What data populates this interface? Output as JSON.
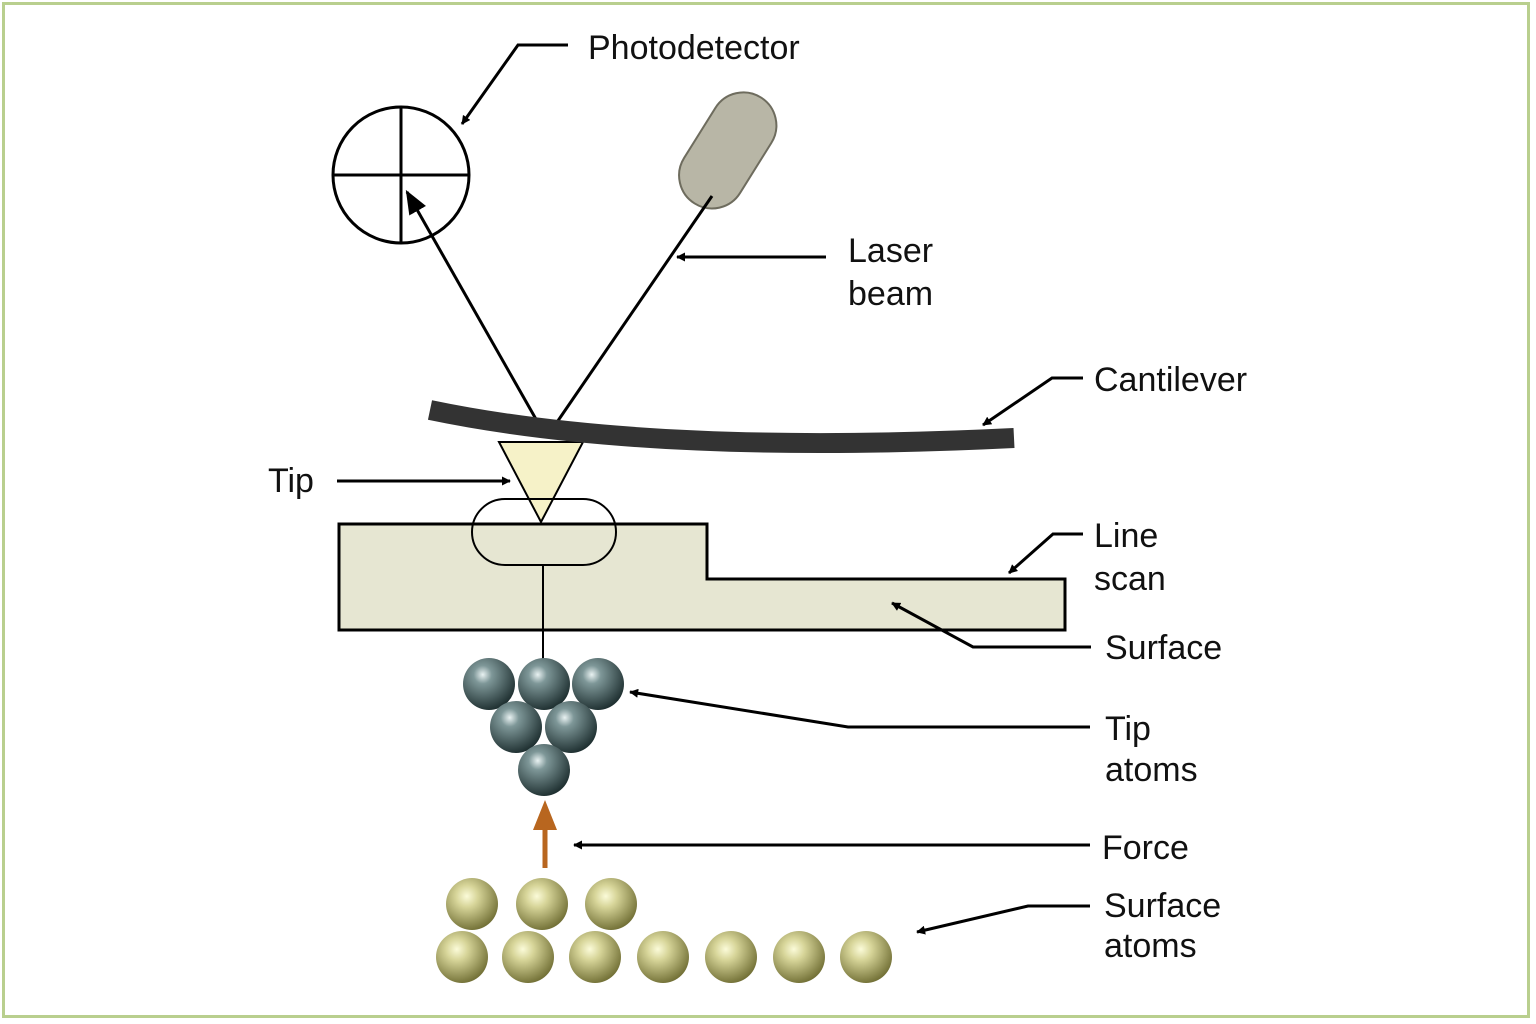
{
  "labels": {
    "photodetector": "Photodetector",
    "laser_line1": "Laser",
    "laser_line2": "beam",
    "cantilever": "Cantilever",
    "tip": "Tip",
    "line_scan_line1": "Line",
    "line_scan_line2": "scan",
    "surface": "Surface",
    "tip_atoms_line1": "Tip",
    "tip_atoms_line2": "atoms",
    "force": "Force",
    "surface_atoms_line1": "Surface",
    "surface_atoms_line2": "atoms"
  },
  "colors": {
    "frame": "#b9cf8e",
    "laser": "#b8b6a6",
    "tip_fill": "#f6f2c8",
    "surface_fill": "#e6e6d2",
    "tip_atom": "#4f6768",
    "surface_atom": "#cdcb86",
    "force_arrow": "#b8661f"
  }
}
